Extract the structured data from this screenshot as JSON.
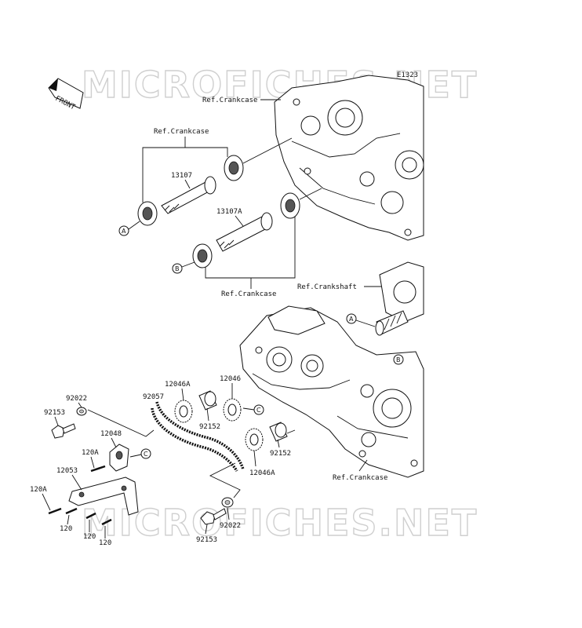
{
  "diagram_code": "E1323",
  "watermark_text": "MICROFICHES.NET",
  "front_label": "FRONT",
  "refs": {
    "crankcase_top": "Ref.Crankcase",
    "crankcase_left": "Ref.Crankcase",
    "crankcase_mid": "Ref.Crankcase",
    "crankshaft": "Ref.Crankshaft",
    "crankcase_bottom": "Ref.Crankcase"
  },
  "callouts": {
    "A1": "A",
    "B1": "B",
    "A2": "A",
    "B2": "B",
    "C1": "C",
    "C2": "C"
  },
  "parts": {
    "p13107": "13107",
    "p13107A": "13107A",
    "p92022_top": "92022",
    "p92153_top": "92153",
    "p92057": "92057",
    "p12046A_top": "12046A",
    "p12046": "12046",
    "p12048": "12048",
    "p92152_left": "92152",
    "p92152_right": "92152",
    "p12046A_bottom": "12046A",
    "p120A_1": "120A",
    "p12053": "12053",
    "p120A_2": "120A",
    "p120_1": "120",
    "p120_2": "120",
    "p120_3": "120",
    "p92022_bottom": "92022",
    "p92153_bottom": "92153"
  },
  "colors": {
    "line": "#111111",
    "watermark": "#cfcfcf"
  }
}
